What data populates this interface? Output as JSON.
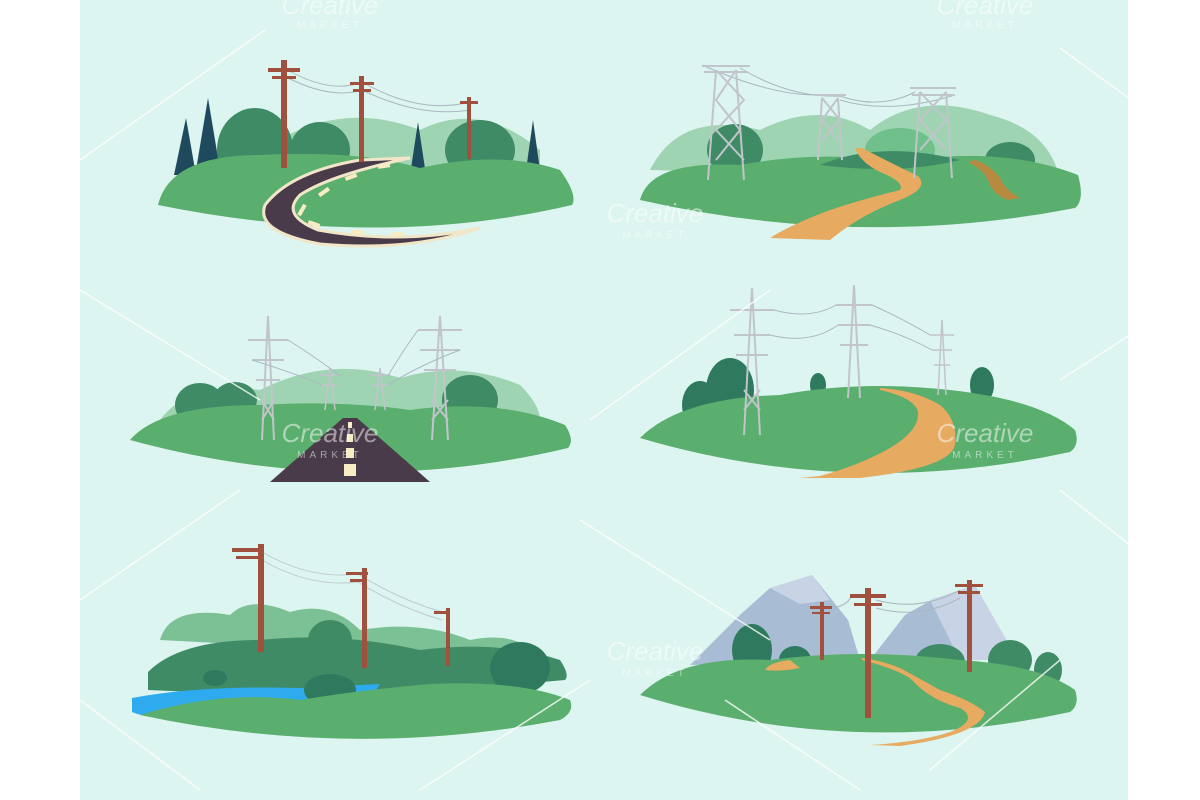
{
  "artwork": {
    "panel_color": "#dcf5f0",
    "watermark": {
      "brand": "Creative",
      "sub": "MARKET"
    },
    "scenes": [
      {
        "name": "road-poles",
        "feature": "asphalt road",
        "pylons": "wooden poles"
      },
      {
        "name": "path-gantry-towers",
        "feature": "dirt path",
        "pylons": "gantry towers"
      },
      {
        "name": "road-lattice-towers",
        "feature": "asphalt road",
        "pylons": "lattice towers"
      },
      {
        "name": "path-lattice-towers",
        "feature": "dirt path",
        "pylons": "lattice towers"
      },
      {
        "name": "river-poles",
        "feature": "river",
        "pylons": "wooden poles"
      },
      {
        "name": "mountain-path-poles",
        "feature": "dirt path",
        "pylons": "wooden poles"
      }
    ]
  },
  "colors": {
    "grass": "#5aae6e",
    "grass_dark": "#3f8b66",
    "bush": "#2f7a5e",
    "haze": "#9fd4b2",
    "pine": "#1f4a5e",
    "asphalt": "#4a3b4a",
    "road_edge": "#f2e6c8",
    "dash": "#f7ecc4",
    "dirt": "#e6aa60",
    "pole": "#a0503c",
    "tower": "#c2c4cc",
    "wire": "#aab8c0",
    "water": "#2eaaee",
    "mountain": "#a8bcd4",
    "mountain_light": "#c8d4e6"
  }
}
